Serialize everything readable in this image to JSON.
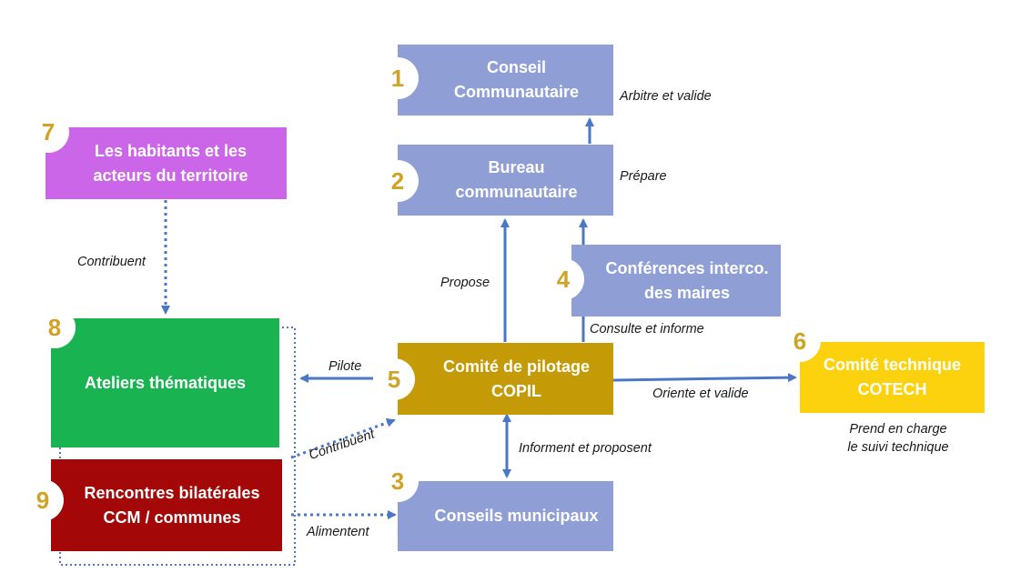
{
  "boxes": {
    "b1": {
      "num": "1",
      "line1": "Conseil",
      "line2": "Communautaire"
    },
    "b2": {
      "num": "2",
      "line1": "Bureau",
      "line2": "communautaire"
    },
    "b3": {
      "num": "3",
      "line1": "Conseils municipaux"
    },
    "b4": {
      "num": "4",
      "line1": "Conférences interco.",
      "line2": "des maires"
    },
    "b5": {
      "num": "5",
      "line1": "Comité de pilotage",
      "line2": "COPIL"
    },
    "b6": {
      "num": "6",
      "line1": "Comité technique",
      "line2": "COTECH"
    },
    "b7": {
      "num": "7",
      "line1": "Les habitants et les",
      "line2": "acteurs du territoire"
    },
    "b8": {
      "num": "8",
      "line1": "Ateliers thématiques"
    },
    "b9": {
      "num": "9",
      "line1": "Rencontres bilatérales",
      "line2": "CCM / communes"
    }
  },
  "labels": {
    "arbitre": "Arbitre et valide",
    "prepare": "Prépare",
    "propose": "Propose",
    "consulte": "Consulte et informe",
    "pilote": "Pilote",
    "oriente": "Oriente et valide",
    "prend1": "Prend en charge",
    "prend2": "le suivi technique",
    "informent": "Informent et proposent",
    "contribuent_top": "Contribuent",
    "contribuent_diag": "Contribuent",
    "alimentent": "Alimentent"
  },
  "colors": {
    "blue_box": "#8f9fd6",
    "copil": "#c49a06",
    "cotech": "#fcd20f",
    "habitants": "#cc66e8",
    "ateliers": "#19b351",
    "rencontres": "#a40707",
    "arrow": "#4a78c6",
    "badge_number": "#d1a324"
  }
}
